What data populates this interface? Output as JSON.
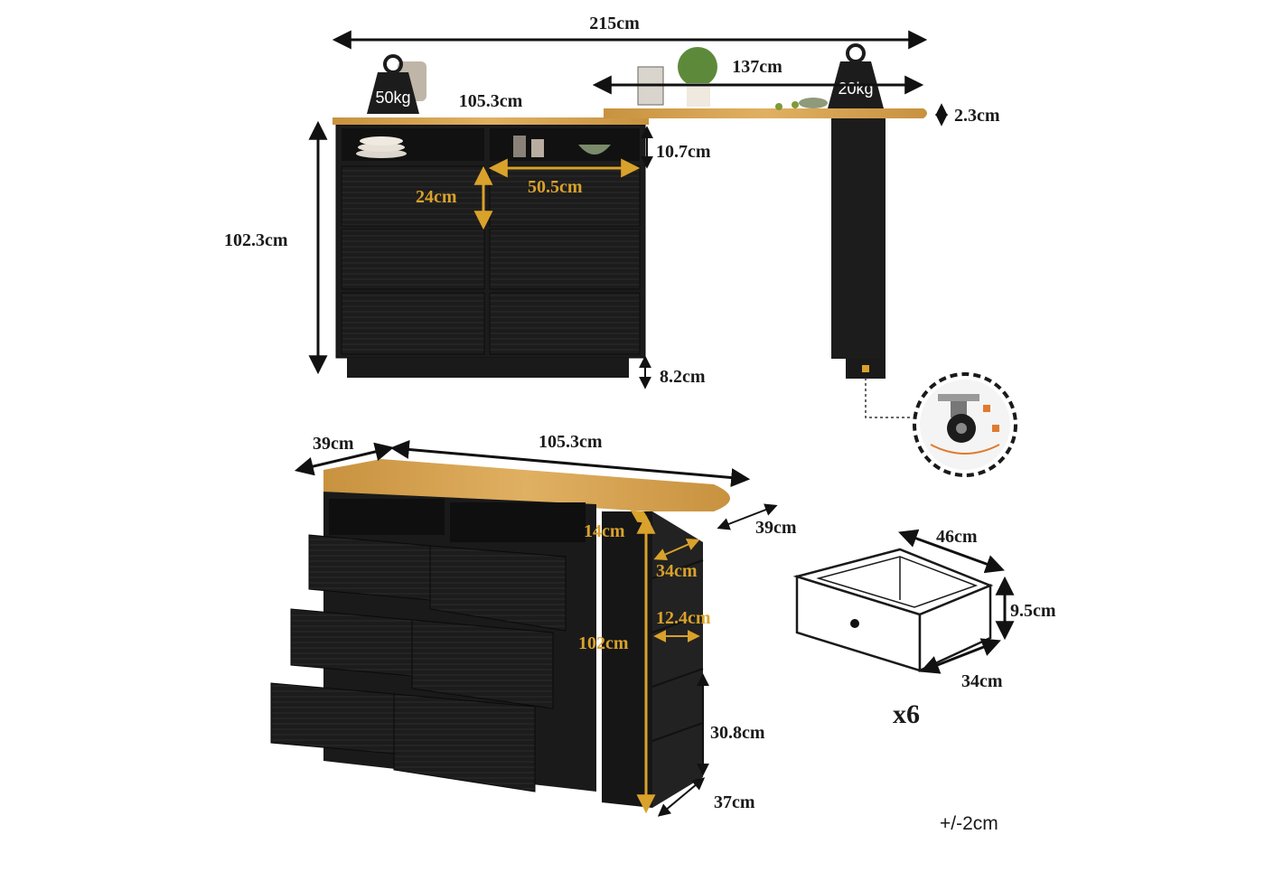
{
  "colors": {
    "cabinet": "#1c1c1c",
    "cabinet_edge": "#0d0d0d",
    "wood": "#d7a552",
    "gold_dimension": "#d9a22b",
    "line": "#111111",
    "caster_ring": "#e07a2e"
  },
  "icons": [
    "weight-icon",
    "caster-wheel-icon",
    "lock-icon",
    "drawer-outline-icon"
  ],
  "top_view": {
    "overall_width": "215cm",
    "cabinet_width": "105.3cm",
    "extension_width": "137cm",
    "height": "102.3cm",
    "top_thickness": "2.3cm",
    "shelf_height": "10.7cm",
    "drawer_height": "24cm",
    "drawer_width": "50.5cm",
    "base_height": "8.2cm",
    "load_cabinet": "50kg",
    "load_extension": "20kg"
  },
  "front_view": {
    "depth": "39cm",
    "width": "105.3cm",
    "side_depth": "39cm",
    "side_top_shelf": "14cm",
    "side_shelf_width": "34cm",
    "side_shelf_height": "12.4cm",
    "side_height": "102cm",
    "side_lower": "30.8cm",
    "side_base_depth": "37cm"
  },
  "drawer_detail": {
    "depth": "46cm",
    "height": "9.5cm",
    "width": "34cm",
    "quantity": "x6"
  },
  "tolerance": "+/-2cm"
}
